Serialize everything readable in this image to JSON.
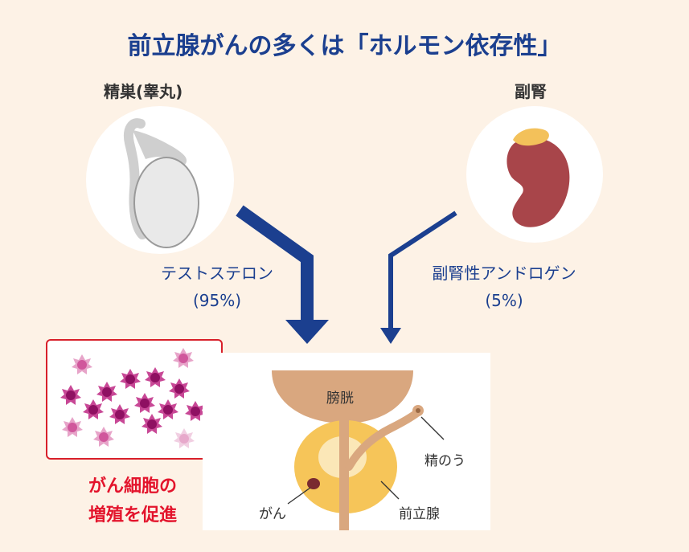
{
  "title": "前立腺がんの多くは「ホルモン依存性」",
  "organs": {
    "left": {
      "label": "精巣(睾丸)"
    },
    "right": {
      "label": "副腎"
    }
  },
  "hormones": {
    "left": {
      "name": "テストステロン",
      "percent": "(95%)"
    },
    "right": {
      "name": "副腎性アンドロゲン",
      "percent": "(5%)"
    }
  },
  "cancer_effect": {
    "line1": "がん細胞の",
    "line2": "増殖を促進"
  },
  "prostate_labels": {
    "bladder": "膀胱",
    "seminal_vesicle": "精のう",
    "cancer": "がん",
    "prostate": "前立腺"
  },
  "colors": {
    "title": "#1b3f8f",
    "arrow": "#1b3f8f",
    "emphasis": "#e3142c",
    "background": "#fdf2e6",
    "kidney": "#a8454a",
    "adrenal": "#f3c15a",
    "tissue": "#d9a77f",
    "prostate": "#f6c559"
  }
}
